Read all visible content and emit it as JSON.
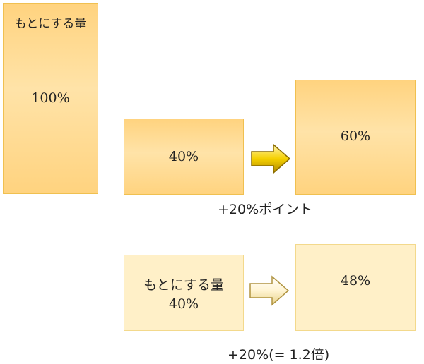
{
  "base": {
    "label": "もとにする量",
    "value": "100%"
  },
  "top_row": {
    "left_value": "40%",
    "right_value": "60%",
    "caption": "+20%ポイント"
  },
  "bottom_row": {
    "left_label": "もとにする量",
    "left_value": "40%",
    "right_value": "48%",
    "caption": "+20%(= 1.2倍)"
  },
  "colors": {
    "strong_fill": "#ffd37f",
    "light_fill": "#fff0c8",
    "arrow_strong": "#e2b700",
    "arrow_light": "#fff3d0"
  }
}
